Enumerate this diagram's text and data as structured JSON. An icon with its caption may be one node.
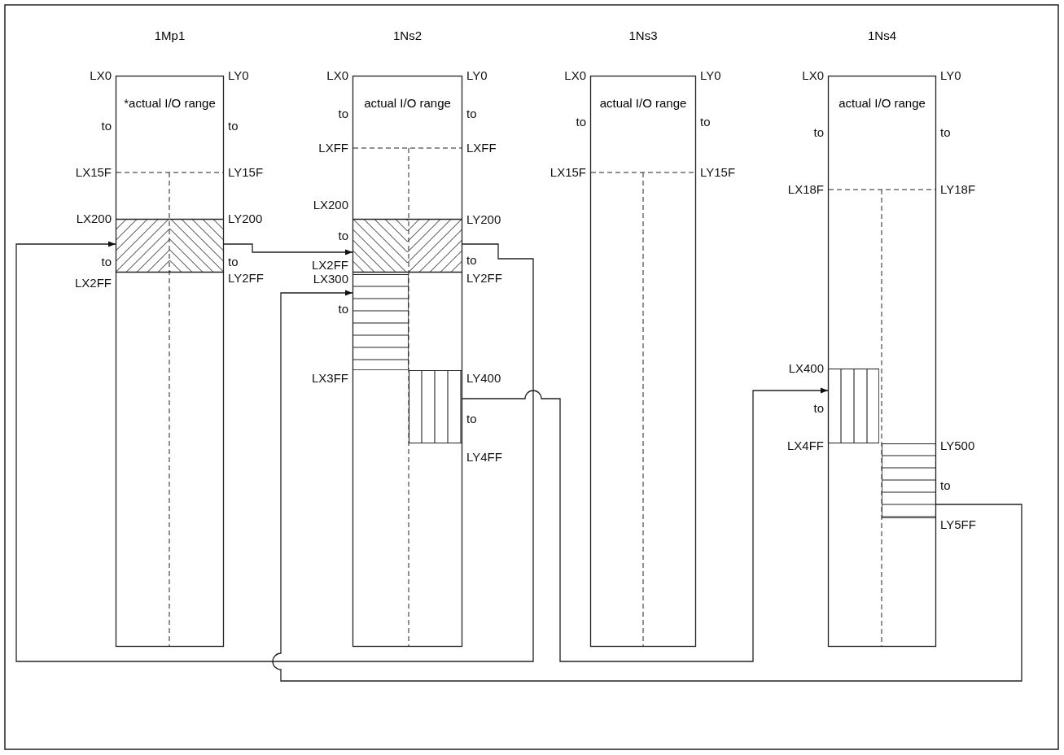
{
  "diagram": {
    "nodes": [
      {
        "text": [
          "1Mp1",
          "*actual I/O range"
        ]
      },
      {
        "text": [],
        "shape": "box",
        "in": 0
      },
      {
        "text": [
          "1Ns2",
          "actual I/O range"
        ]
      },
      {
        "text": [],
        "shape": "box",
        "in": 2
      },
      {
        "text": [],
        "shape": "box",
        "in": 2
      },
      {
        "text": [],
        "shape": "box",
        "in": 2
      },
      {
        "text": [
          "1Ns3",
          "actual I/O range"
        ]
      },
      {
        "text": [
          "1Ns4",
          "actual I/O range"
        ]
      },
      {
        "text": [],
        "shape": "box",
        "in": 7
      },
      {
        "text": [],
        "shape": "box",
        "in": 7
      }
    ],
    "edges": [
      {
        "from": 1,
        "to": 3,
        "arrow": "to"
      },
      {
        "from": 3,
        "to": 1,
        "arrow": "to"
      },
      {
        "from": 5,
        "to": 8,
        "arrow": "to"
      },
      {
        "from": 9,
        "to": 4,
        "arrow": "to"
      }
    ],
    "labels": [
      "LX0",
      "to",
      "LX15F",
      "LX200",
      "to",
      "LX2FF",
      "LY0",
      "to",
      "LY15F",
      "LY200",
      "to",
      "LY2FF",
      "LX0",
      "to",
      "LXFF",
      "LX200",
      "to",
      "LX2FF",
      "LX300",
      "to",
      "LX3FF",
      "LY0",
      "to",
      "LXFF",
      "LY200",
      "to",
      "LY2FF",
      "LY400",
      "to",
      "LY4FF",
      "LX0",
      "to",
      "LX15F",
      "LY0",
      "to",
      "LY15F",
      "LX0",
      "to",
      "LX18F",
      "LX400",
      "to",
      "LX4FF",
      "LY0",
      "to",
      "LY18F",
      "LY500",
      "to",
      "LY5FF"
    ]
  }
}
